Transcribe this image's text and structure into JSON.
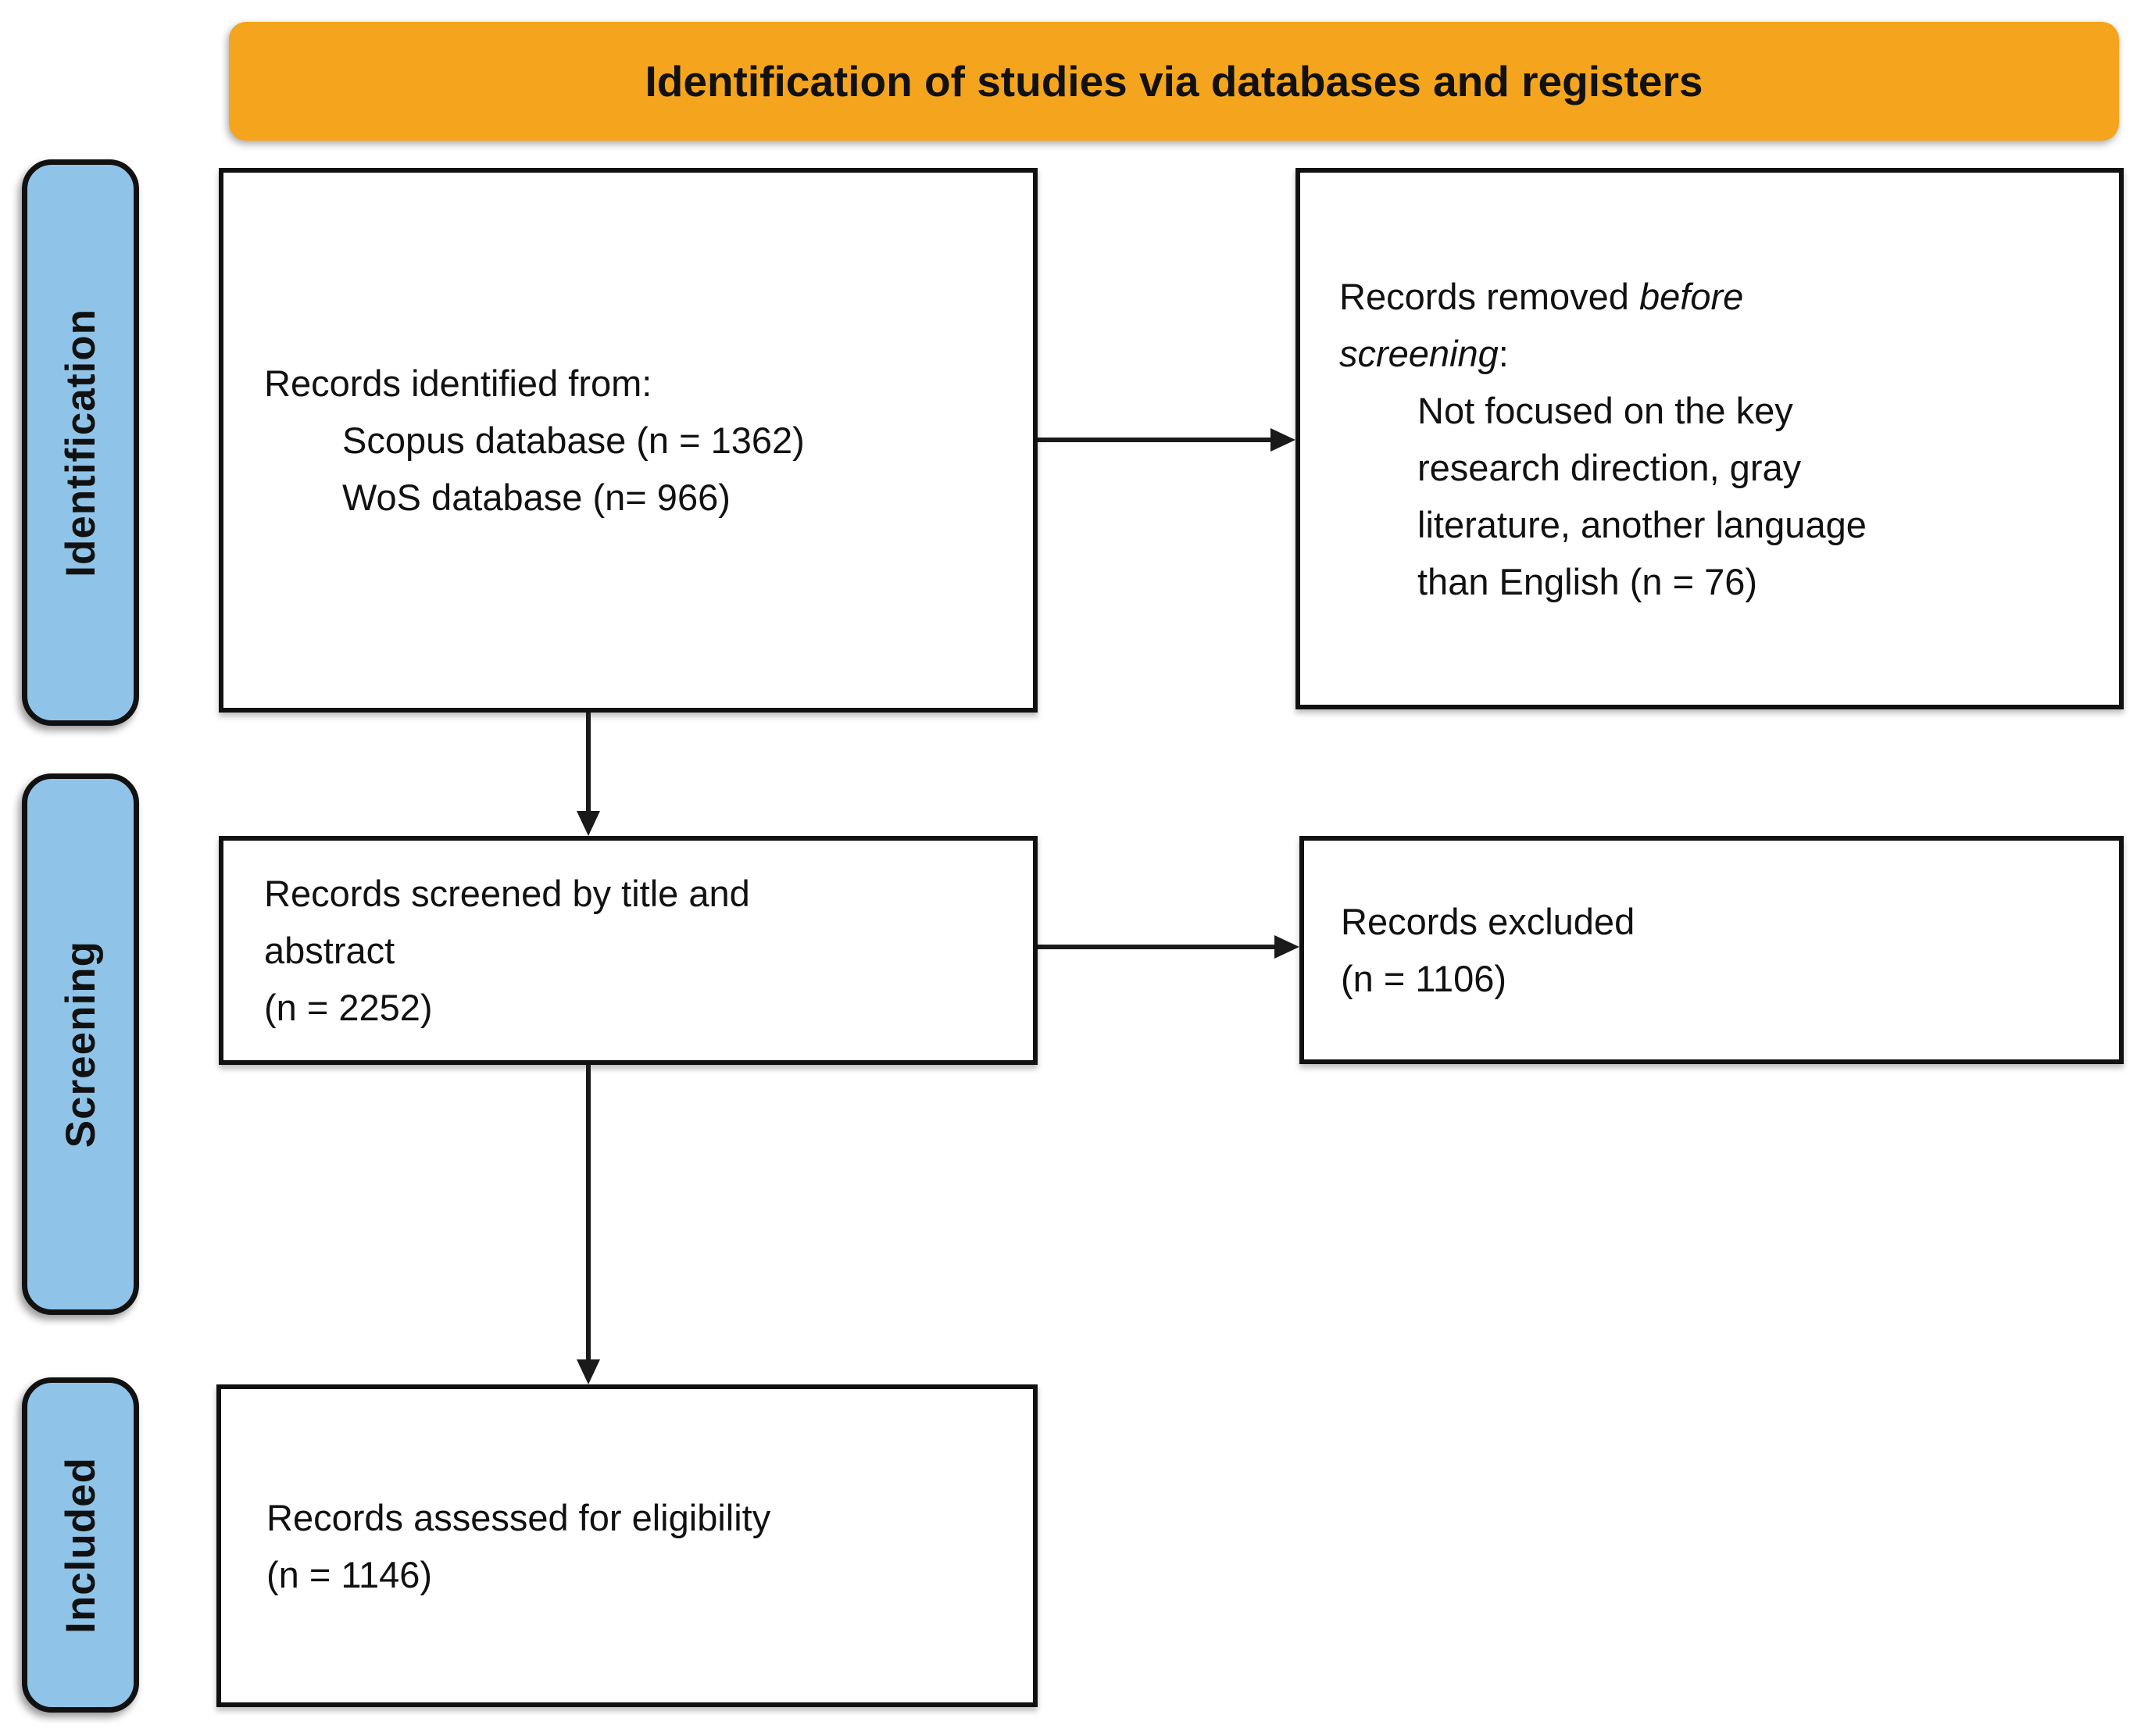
{
  "header": {
    "title": "Identification of studies via databases and registers"
  },
  "stages": {
    "identification": "Identification",
    "screening": "Screening",
    "included": "Included"
  },
  "boxes": {
    "identified": {
      "intro": "Records identified from:",
      "sources": "Scopus database (n = 1362)\nWoS database (n= 966)"
    },
    "removed": {
      "prefix": "Records removed ",
      "italic_line1": "before",
      "italic_line2": "screening",
      "suffix": ":",
      "reason": "Not focused on the key\nresearch direction, gray\nliterature, another language\nthan English (n = 76)"
    },
    "screened": {
      "text": "Records screened by title and\nabstract\n(n = 2252)"
    },
    "excluded": {
      "text": "Records excluded\n(n = 1106)"
    },
    "assessed": {
      "text": "Records assessed for eligibility\n(n = 1146)"
    }
  },
  "colors": {
    "banner_fill": "#F5A51D",
    "stage_fill": "#8FC4E8",
    "box_border": "#111111",
    "arrow": "#1a1a1a",
    "background": "#ffffff"
  }
}
